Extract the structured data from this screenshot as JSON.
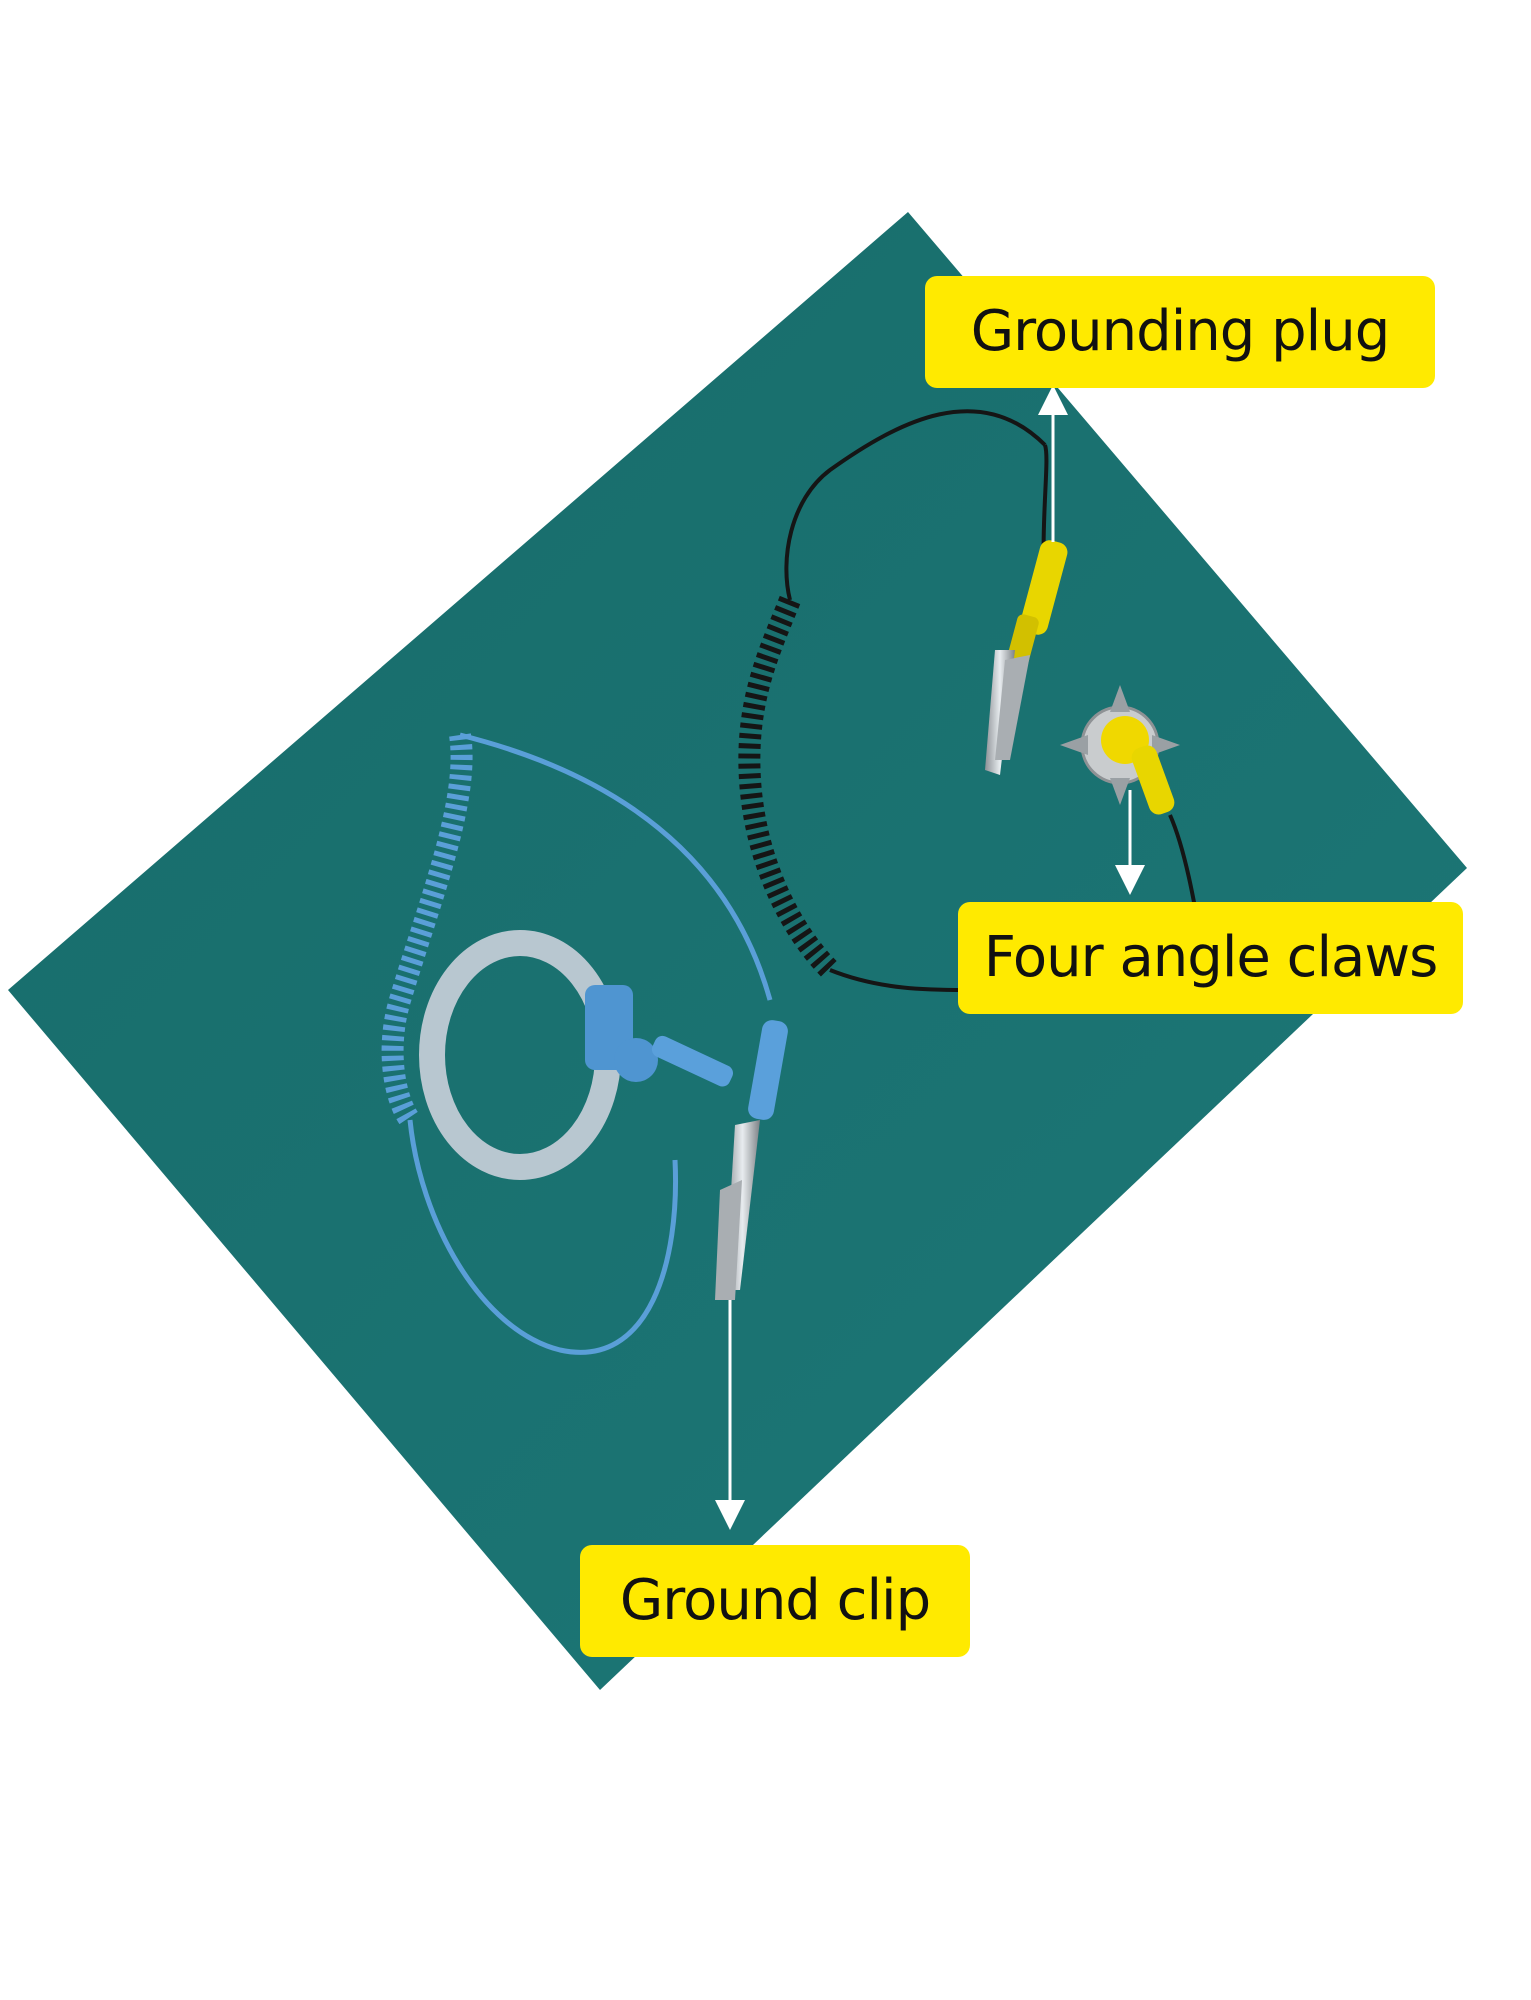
{
  "image": {
    "description_colors": {
      "background": "#ffffff",
      "mat": "#1a6e6e",
      "label_background": "#ffea00",
      "label_text": "#111111",
      "wrist_cord": "#5a9fd8",
      "ground_cord": "#1a1a1a",
      "plug": "#e8d600",
      "arrow": "#ffffff"
    }
  },
  "labels": {
    "grounding_plug": "Grounding plug",
    "four_angle_claws": "Four angle claws",
    "ground_clip": "Ground clip"
  },
  "icons": {
    "mat": "anti-static-mat",
    "wrist_strap": "wrist-strap",
    "coil_cord_blue": "coiled-cord",
    "coil_cord_black": "coiled-cord",
    "alligator_clip": "alligator-clip",
    "snap_button": "snap-button-with-claws"
  }
}
